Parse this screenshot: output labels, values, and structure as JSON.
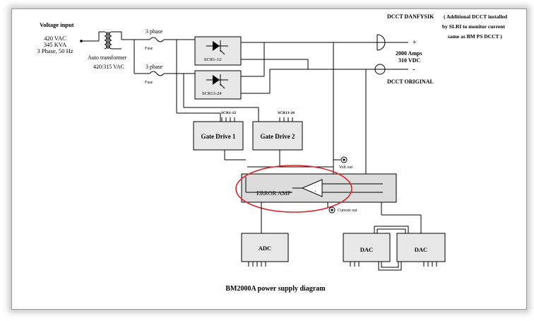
{
  "title": "BM2000A power supply diagram",
  "input": {
    "heading": "Voltage input",
    "line1": "420 VAC",
    "line2": "345 KVA",
    "line3": "3 Phase, 50 Hz"
  },
  "transformer": {
    "label1": "Auto transformer",
    "label2": "420/315 VAC"
  },
  "phase_top": {
    "label": "3 phase",
    "fuse": "Fuse"
  },
  "phase_bottom": {
    "label": "3 phase",
    "fuse": "Fuse"
  },
  "scr": {
    "top": "SCR1-12",
    "bottom": "SCR13-24"
  },
  "gate_drives": {
    "gd1": "Gate Drive 1",
    "gd2": "Gate Drive 2",
    "gd1_tag": "SCR1-12",
    "gd2_tag": "SCR13-24"
  },
  "dcct": {
    "danfysik": "DCCT DANFYSIK",
    "note1": "( Additional DCCT installed",
    "note2": "by SLRI to monitor current",
    "note3": "same as BM PS DCCT )",
    "original": "DCCT   ORIGINAL"
  },
  "output": {
    "plus": "+",
    "minus": "-",
    "amps": "2000 Amps",
    "volts": "310 VDC"
  },
  "monitors": {
    "volt_out": "Volt out",
    "current_out": "Current out"
  },
  "error_amp": {
    "label": "ERROR AMP",
    "minus": "-",
    "plus": "+"
  },
  "adc": "ADC",
  "dac1": "DAC",
  "dac2": "DAC",
  "colors": {
    "highlight": "#d9262b",
    "box_fill": "#e8e8e8"
  }
}
